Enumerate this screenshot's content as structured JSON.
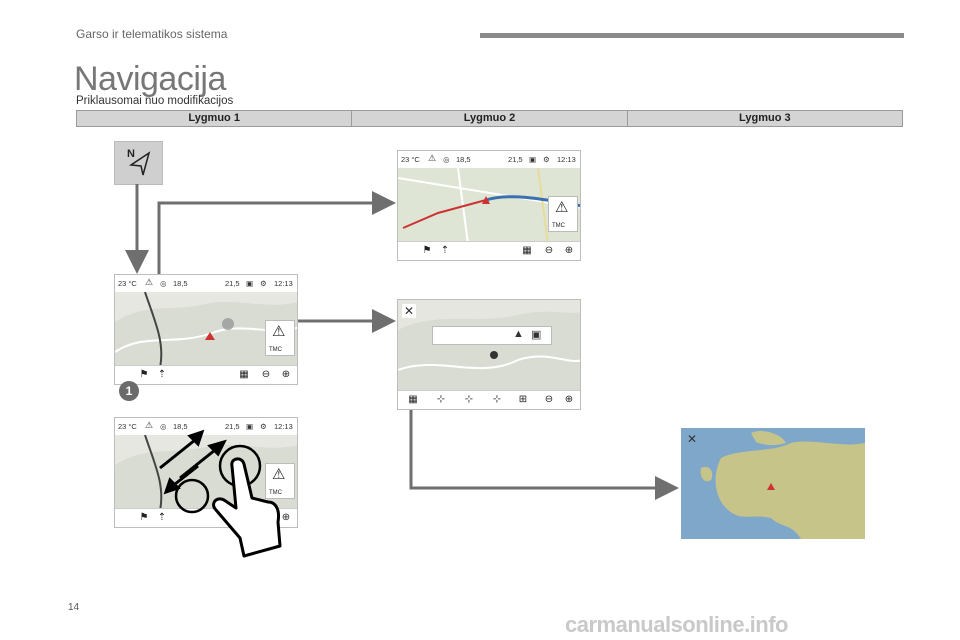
{
  "header": {
    "section": "Garso ir telematikos sistema"
  },
  "page": {
    "title": "Navigacija",
    "subtitle": "Priklausomai nuo modifikacijos",
    "number": "14"
  },
  "levels": [
    "Lygmuo 1",
    "Lygmuo 2",
    "Lygmuo 3"
  ],
  "status": {
    "temp": "23 °C",
    "value1": "18,5",
    "value2": "21,5",
    "time": "12:13"
  },
  "tmc_label": "TMC",
  "compass_letter": "N",
  "callout_number": "1",
  "watermark": "carmanualsonline.info",
  "colors": {
    "arrow": "#6f6f6f",
    "map_bg": "#d9dcd2",
    "route": "#3a6fb0",
    "header_bar": "#8a8a8a"
  },
  "icons": [
    "warning-icon",
    "gps-icon",
    "phone-icon",
    "gear-icon",
    "flag-icon",
    "north-arrow-icon",
    "map-view-icon",
    "zoom-out-icon",
    "zoom-in-icon",
    "close-icon",
    "save-icon",
    "hand-gesture-icon"
  ]
}
